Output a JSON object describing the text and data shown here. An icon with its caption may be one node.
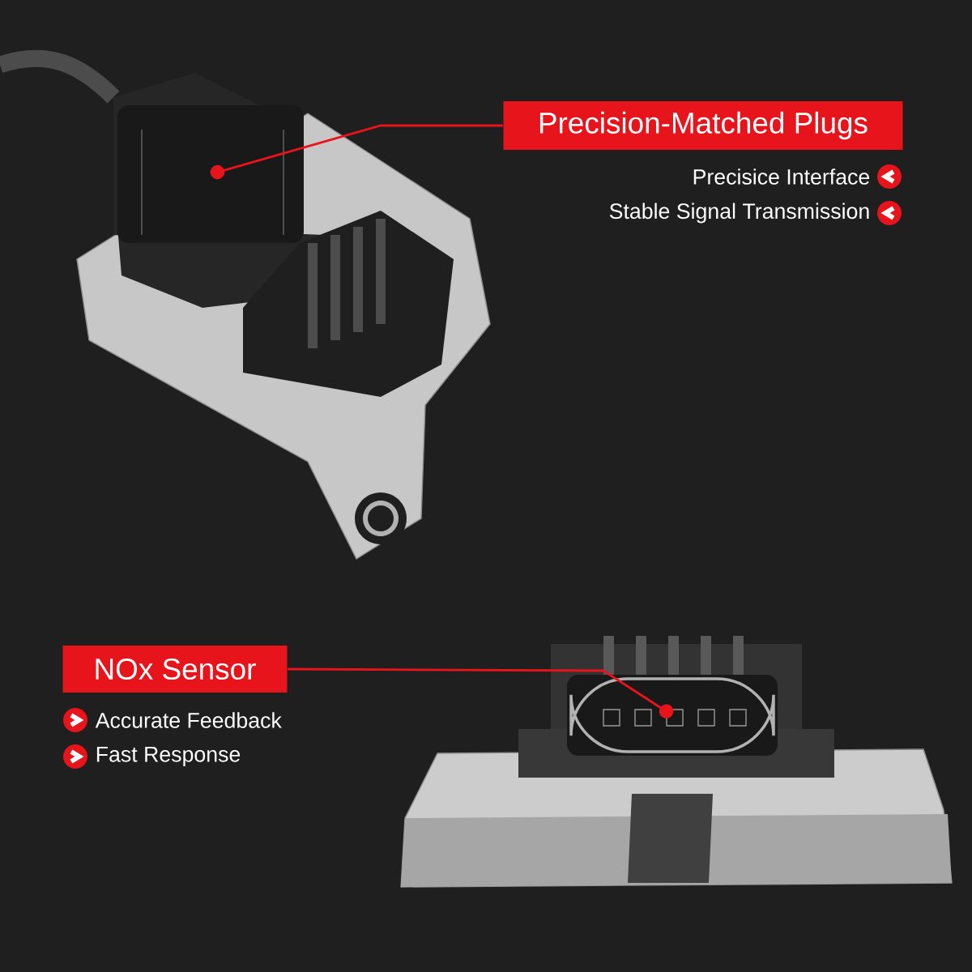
{
  "diagram": {
    "nodes": [
      {
        "text": [
          "Precision-Matched Plugs"
        ]
      },
      {
        "text": [],
        "shape": "picture"
      },
      {
        "text": [
          "NOx Sensor"
        ]
      },
      {
        "text": [],
        "shape": "picture"
      }
    ],
    "edges": [
      {
        "from": 0,
        "to": 1,
        "arrow": "other"
      },
      {
        "from": 2,
        "to": 3,
        "arrow": "other"
      }
    ],
    "labels": [
      "Precisice Interface",
      "Stable Signal Transmission",
      "Accurate Feedback",
      "Fast Response"
    ]
  }
}
